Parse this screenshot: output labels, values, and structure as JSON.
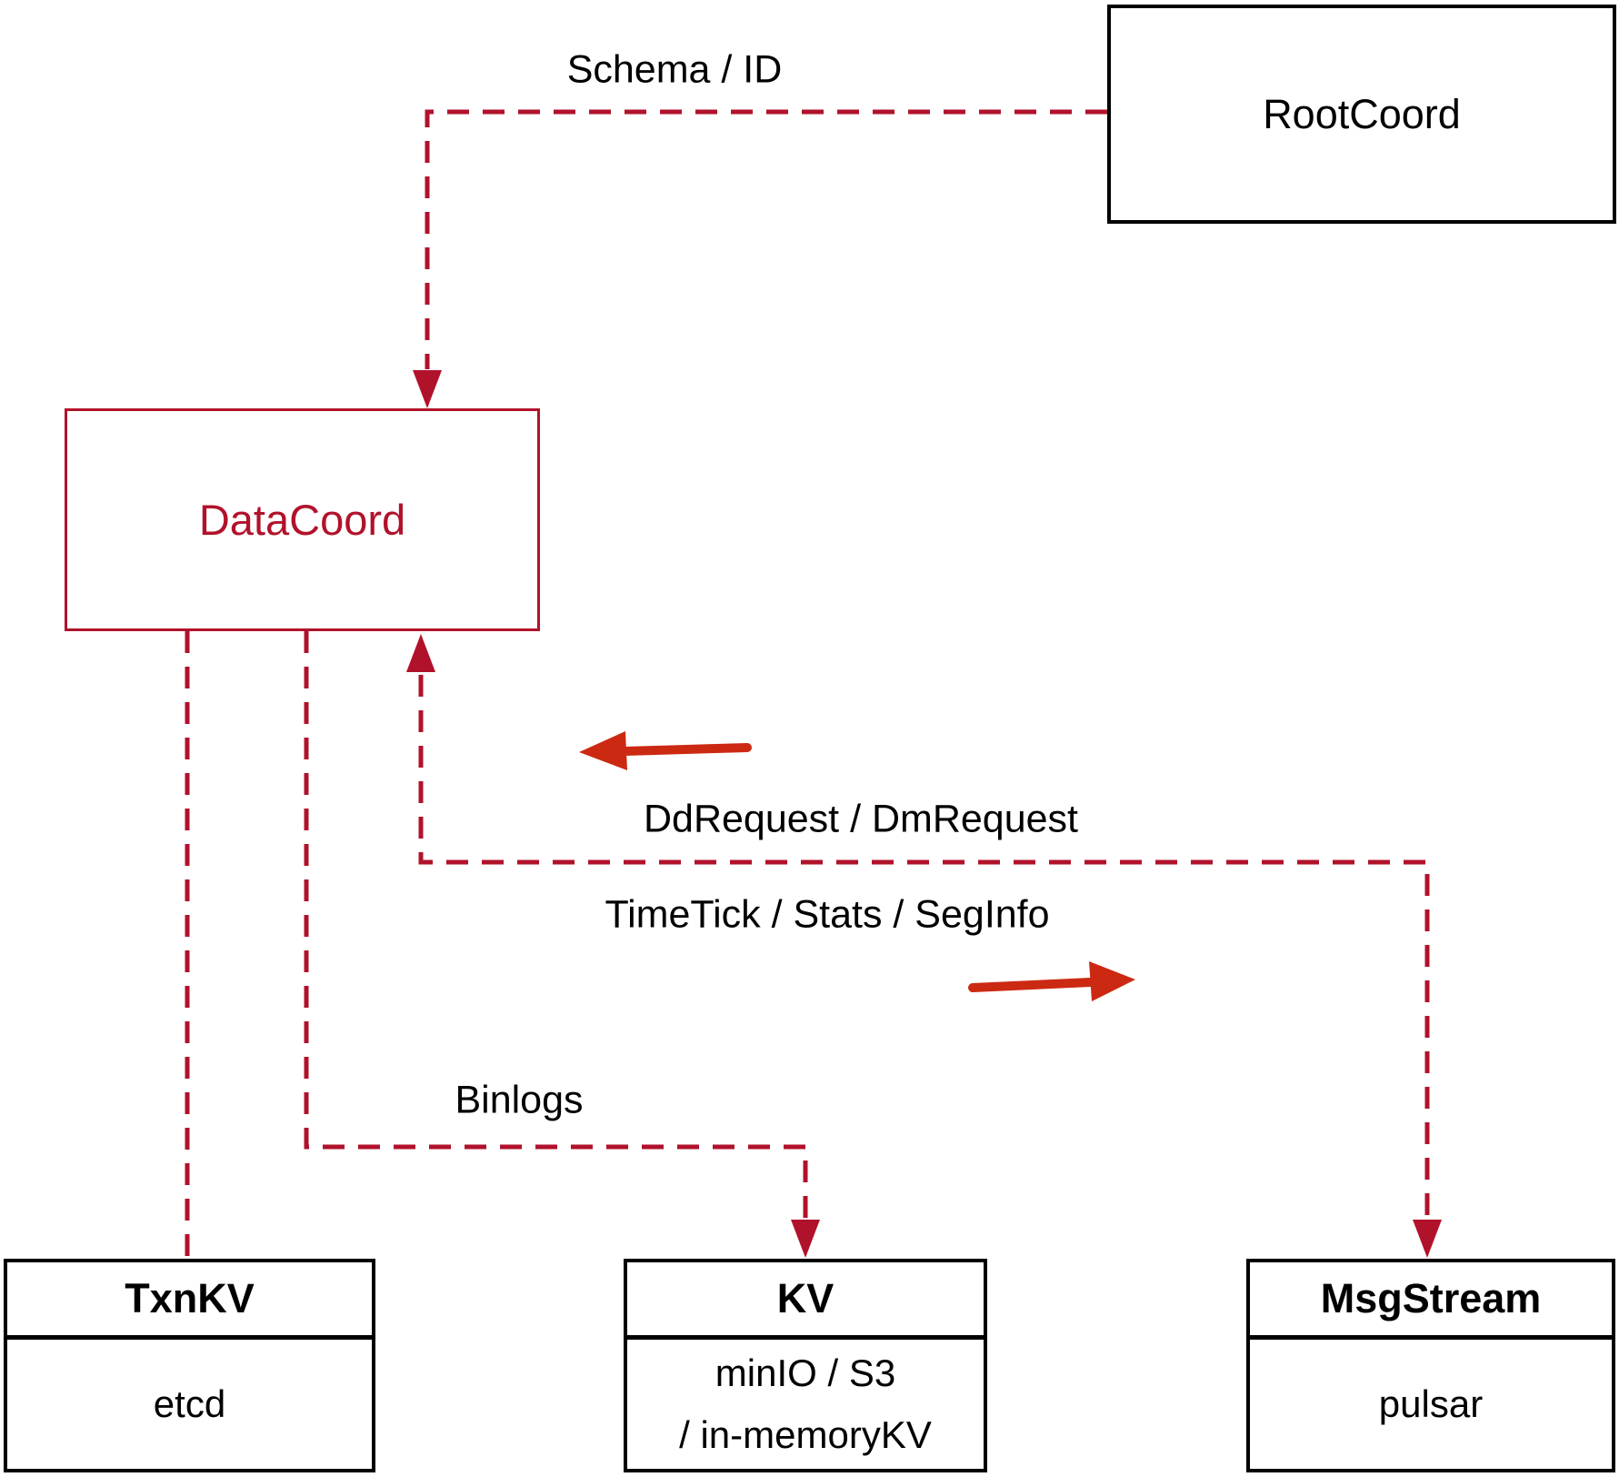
{
  "diagram": {
    "nodes": {
      "rootcoord": {
        "label": "RootCoord"
      },
      "datacoord": {
        "label": "DataCoord"
      },
      "txnkv": {
        "header": "TxnKV",
        "body": "etcd"
      },
      "kv": {
        "header": "KV",
        "body_lines": [
          "minIO / S3",
          "/ in-memoryKV"
        ]
      },
      "msgstream": {
        "header": "MsgStream",
        "body": "pulsar"
      }
    },
    "edge_labels": {
      "schema_id": "Schema / ID",
      "dd_dm_request": "DdRequest / DmRequest",
      "timetick_stats_seginfo": "TimeTick / Stats / SegInfo",
      "binlogs": "Binlogs"
    },
    "colors": {
      "connector_red": "#b1122b",
      "solid_arrow_red": "#cc2912",
      "ink_black": "#000000",
      "background": "#ffffff"
    }
  }
}
